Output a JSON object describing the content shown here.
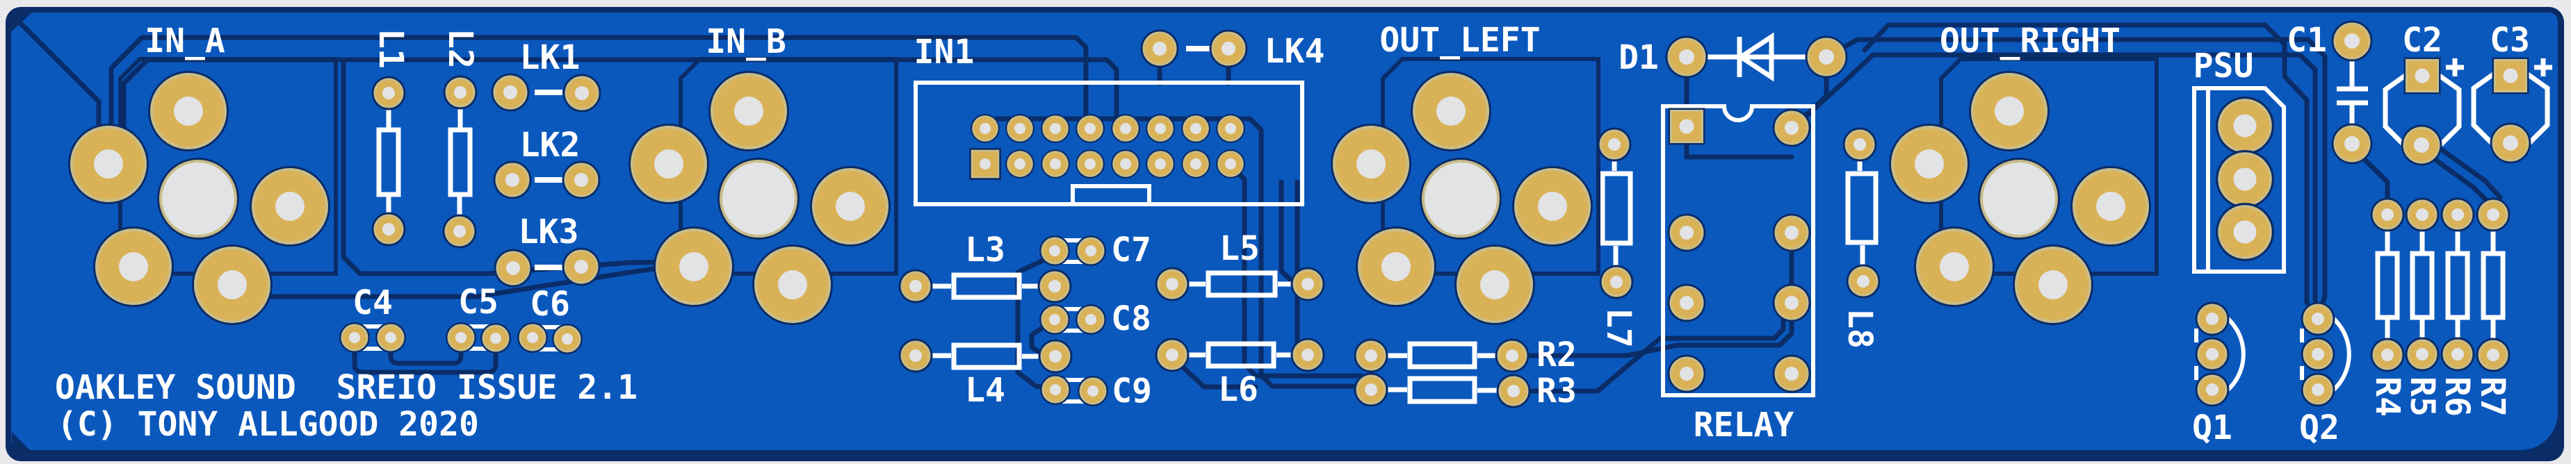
{
  "board": {
    "title": "OAKLEY SOUND  SREIO ISSUE 2.1",
    "copyright": "(C) TONY ALLGOOD 2020",
    "colors": {
      "background": "#e9e9eb",
      "soldermask_blue": "#0b58bd",
      "outline_navy": "#0a2c67",
      "silkscreen_white": "#ffffff",
      "pad_gold": "#d9b257",
      "pad_rim": "#c9bd8a",
      "hole_gray": "#e2e3e5"
    }
  },
  "labels": {
    "in_a": "IN_A",
    "in_b": "IN_B",
    "in1": "IN1",
    "out_left": "OUT_LEFT",
    "out_right": "OUT_RIGHT",
    "psu": "PSU",
    "relay": "RELAY",
    "d1": "D1",
    "lk1": "LK1",
    "lk2": "LK2",
    "lk3": "LK3",
    "lk4": "LK4",
    "l1": "L1",
    "l2": "L2",
    "l3": "L3",
    "l4": "L4",
    "l5": "L5",
    "l6": "L6",
    "l7": "L7",
    "l8": "L8",
    "c1": "C1",
    "c2": "C2",
    "c3": "C3",
    "c4": "C4",
    "c5": "C5",
    "c6": "C6",
    "c7": "C7",
    "c8": "C8",
    "c9": "C9",
    "r2": "R2",
    "r3": "R3",
    "r4": "R4",
    "r5": "R5",
    "r6": "R6",
    "r7": "R7",
    "q1": "Q1",
    "q2": "Q2"
  }
}
